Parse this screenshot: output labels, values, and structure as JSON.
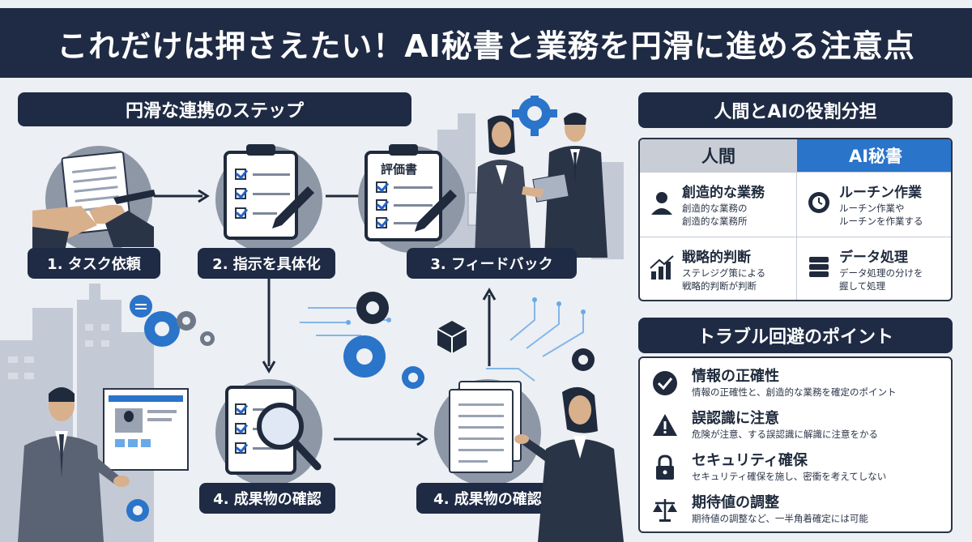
{
  "header": {
    "title": "これだけは押さえたい！AI秘書と業務を円滑に進める注意点"
  },
  "flow": {
    "section_title": "円滑な連携のステップ",
    "steps": [
      {
        "label": "1. タスク依頼"
      },
      {
        "label": "2. 指示を具体化"
      },
      {
        "label": "3. フィードバック",
        "doc_title": "評価書"
      },
      {
        "label": "4. 成果物の確認"
      },
      {
        "label": "4. 成果物の確認"
      }
    ]
  },
  "roles": {
    "title": "人間とAIの役割分担",
    "human_header": "人間",
    "ai_header": "AI秘書",
    "human_cells": [
      {
        "title": "創造的な業務",
        "desc1": "創造的な業務の",
        "desc2": "創造的な業務所",
        "icon": "person-icon"
      },
      {
        "title": "戦略的判断",
        "desc1": "ステレジグ策による",
        "desc2": "戦略的判断が判断",
        "icon": "growth-chart-icon"
      }
    ],
    "ai_cells": [
      {
        "title": "ルーチン作業",
        "desc1": "ルーチン作業や",
        "desc2": "ルーチンを作業する",
        "icon": "gear-clock-icon"
      },
      {
        "title": "データ処理",
        "desc1": "データ処理の分けを",
        "desc2": "握して処理",
        "icon": "database-icon"
      }
    ]
  },
  "trouble": {
    "title": "トラブル回避のポイント",
    "items": [
      {
        "title": "情報の正確性",
        "desc": "情報の正確性と、創造的な業務を確定のポイント",
        "icon": "check-circle-icon"
      },
      {
        "title": "誤認識に注意",
        "desc": "危険が注意、する誤認識に解識に注意をかる",
        "icon": "warning-icon"
      },
      {
        "title": "セキュリティ確保",
        "desc": "セキュリティ確保を施し、密衝を考えてしない",
        "icon": "lock-icon"
      },
      {
        "title": "期待値の調整",
        "desc": "期待値の調整など、一半角着確定には可能",
        "icon": "scale-icon"
      }
    ]
  },
  "colors": {
    "navy": "#1f2b44",
    "accent_blue": "#2a74c9",
    "circle_gray": "#8e97a6"
  }
}
